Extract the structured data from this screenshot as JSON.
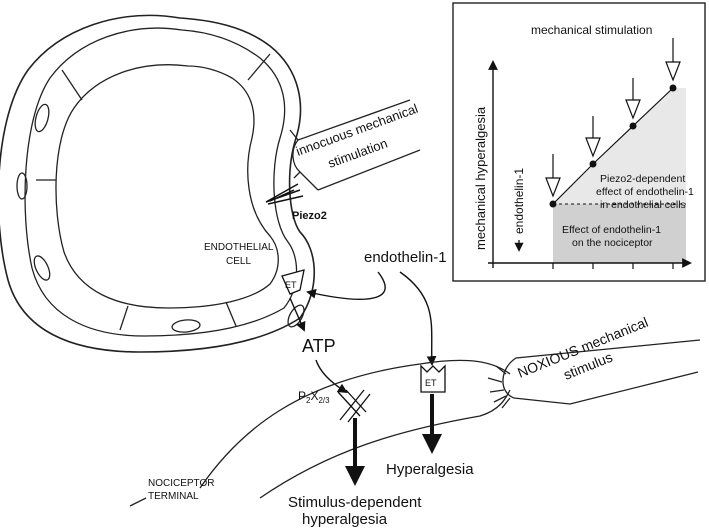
{
  "labels": {
    "innocuous_line1": "innocuous mechanical",
    "innocuous_line2": "stimulation",
    "piezo2": "Piezo2",
    "endothelial_line1": "ENDOTHELIAL",
    "endothelial_line2": "CELL",
    "endothelin": "endothelin-1",
    "et_receptor": "ET",
    "atp": "ATP",
    "p2x_main": "P",
    "p2x_sub1": "2",
    "p2x_x": "X",
    "p2x_sub2": "2/3",
    "noxious_line1": "NOXIOUS mechanical",
    "noxious_line2": "stimulus",
    "hyperalgesia": "Hyperalgesia",
    "stimulus_dep_line1": "Stimulus-dependent",
    "stimulus_dep_line2": "hyperalgesia",
    "nociceptor_line1": "NOCICEPTOR",
    "nociceptor_line2": "TERMINAL"
  },
  "inset": {
    "title": "mechanical stimulation",
    "y_axis": "mechanical hyperalgesia",
    "endothelin_arrow": "endothelin-1",
    "piezo_line1": "Piezo2-dependent",
    "piezo_line2": "effect of endothelin-1",
    "piezo_line3": "in endothelial cells",
    "noci_line1": "Effect of endothelin-1",
    "noci_line2": "on the nociceptor"
  }
}
